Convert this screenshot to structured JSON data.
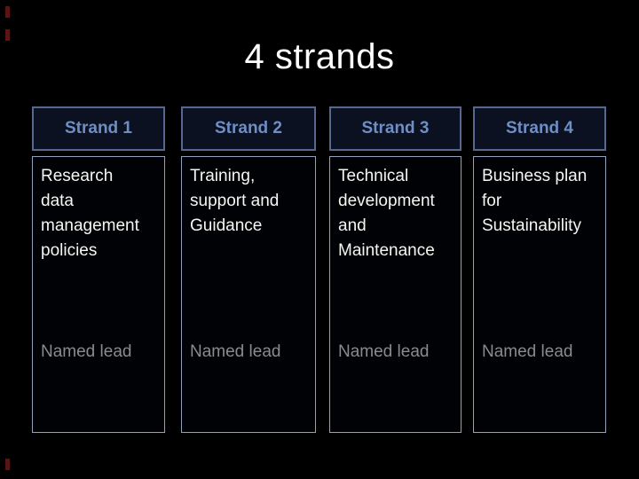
{
  "slide": {
    "title": "4 strands",
    "columns": [
      {
        "header": "Strand 1",
        "description": "Research\ndata\nmanagement\npolicies",
        "lead": "Named lead"
      },
      {
        "header": "Strand 2",
        "description": "Training,\nsupport and\nGuidance",
        "lead": "Named lead"
      },
      {
        "header": "Strand 3",
        "description": "Technical\ndevelopment\nand\nMaintenance",
        "lead": "Named lead"
      },
      {
        "header": "Strand 4",
        "description": "Business plan\nfor\nSustainability",
        "lead": "Named lead"
      }
    ],
    "colors": {
      "background": "#000000",
      "title_text": "#ffffff",
      "header_border": "#56688f",
      "header_background": "#0b1120",
      "header_text": "#6e8fc6",
      "body_border": "#93a1bd",
      "body_background": "#010205",
      "body_text": "#f5f5f2",
      "lead_text": "#8a8a8f",
      "edge_mark": "#5a1414"
    }
  }
}
